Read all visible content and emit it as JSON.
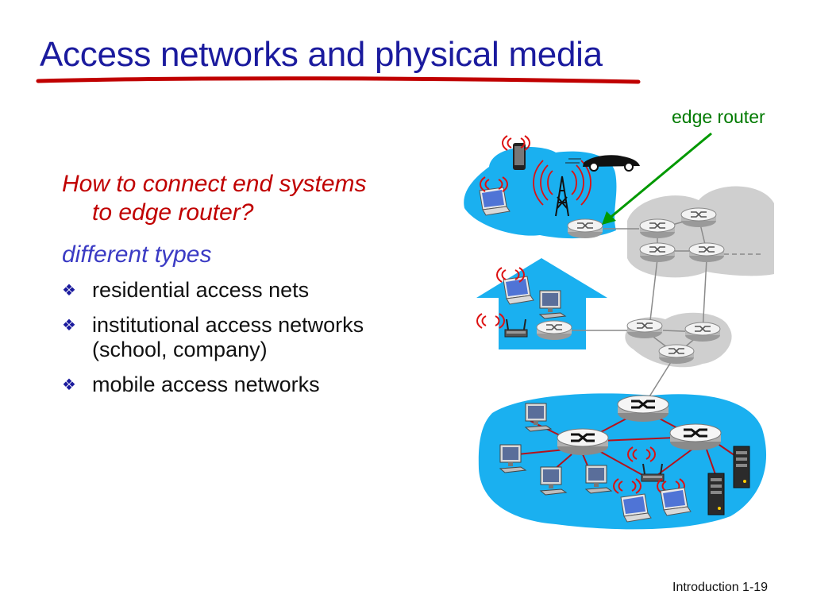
{
  "slide": {
    "title": "Access networks and physical media",
    "question_line1": "How to connect end systems",
    "question_line2": "to edge router?",
    "subhead": "different types",
    "bullets": [
      "residential access nets",
      "institutional access networks (school, company)",
      "mobile access networks"
    ],
    "bullet_marker": "❖",
    "edge_router_label": "edge router",
    "footer": "Introduction 1-19"
  },
  "colors": {
    "title": "#1b1b9e",
    "underline": "#c00000",
    "question": "#c00000",
    "subhead": "#3b3bc4",
    "edge_label": "#007a00",
    "network_fill": "#1ab0f0",
    "isp_cloud": "#cfcfcf",
    "links": "#b5121b"
  },
  "icons": [
    "router-icon",
    "laptop-icon",
    "desktop-icon",
    "smartphone-icon",
    "car-icon",
    "cell-tower-icon",
    "wifi-access-point-icon",
    "server-icon",
    "house-icon"
  ]
}
